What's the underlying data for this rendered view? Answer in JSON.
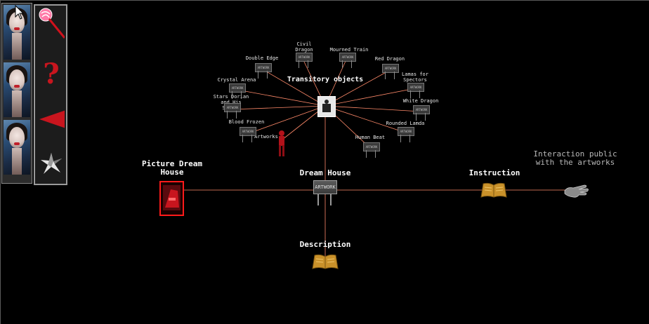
{
  "toolbar": {
    "tools": [
      {
        "icon": "lollipop-icon"
      },
      {
        "icon": "question-mark-icon",
        "glyph": "?"
      },
      {
        "icon": "back-arrow-icon"
      },
      {
        "icon": "star-burst-icon"
      }
    ]
  },
  "graph": {
    "hub_label": "Transitory objects",
    "center_board_text": "ARTWORK",
    "small_board_text": "ARTWORK",
    "satellites": [
      {
        "label": "Civil Dragon Dying"
      },
      {
        "label": "Mourned Train"
      },
      {
        "label": "Red Dragon"
      },
      {
        "label": "Lamas for Spectors"
      },
      {
        "label": "White Dragon"
      },
      {
        "label": "Rounded Lamda"
      },
      {
        "label": "Human Beat"
      },
      {
        "label": "Artworks"
      },
      {
        "label": "Blood Frozen"
      },
      {
        "label": "Stars Dorian and His Spinal"
      },
      {
        "label": "Crystal Arena"
      },
      {
        "label": "Double Edge"
      }
    ],
    "main_nodes": {
      "picture": "Picture Dream House",
      "center": "Dream House",
      "instruction": "Instruction",
      "interaction": "Interaction public with the artworks",
      "description": "Description"
    }
  },
  "colors": {
    "line": "#ff8a6a",
    "selection": "#ff1a1a",
    "accent": "#c8151e"
  }
}
